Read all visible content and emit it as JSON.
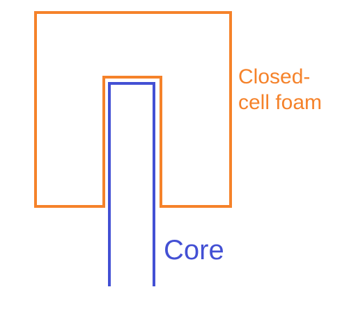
{
  "diagram": {
    "foam": {
      "label_line1": "Closed-",
      "label_line2": "cell foam",
      "color": "#F5822A"
    },
    "core": {
      "label": "Core",
      "color": "#4350D4"
    },
    "background": "#FFFFFF"
  }
}
